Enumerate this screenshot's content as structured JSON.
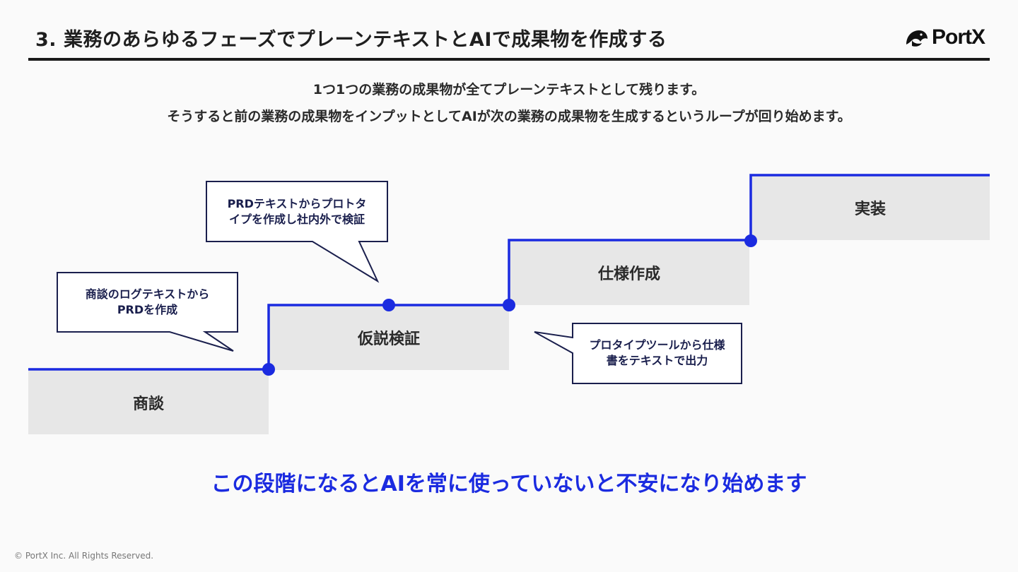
{
  "header": {
    "title": "3. 業務のあらゆるフェーズでプレーンテキストとAIで成果物を作成する",
    "logo_text": "PortX"
  },
  "lead": {
    "line1": "1つ1つの業務の成果物が全てプレーンテキストとして残ります。",
    "line2": "そうすると前の業務の成果物をインプットとしてAIが次の業務の成果物を生成するというループが回り始めます。"
  },
  "steps": [
    {
      "label": "商談"
    },
    {
      "label": "仮説検証"
    },
    {
      "label": "仕様作成"
    },
    {
      "label": "実装"
    }
  ],
  "callouts": [
    {
      "line1": "商談のログテキストから",
      "line2": "PRDを作成"
    },
    {
      "line1": "PRDテキストからプロトタ",
      "line2": "イプを作成し社内外で検証"
    },
    {
      "line1": "プロタイプツールから仕様",
      "line2": "書をテキストで出力"
    }
  ],
  "message": "この段階になるとAIを常に使っていないと不安になり始めます",
  "footer": "© PortX Inc. All Rights Reserved.",
  "colors": {
    "accent_blue": "#1b2be0",
    "navy": "#1a1f4d",
    "step_fill": "#e7e7e7"
  }
}
